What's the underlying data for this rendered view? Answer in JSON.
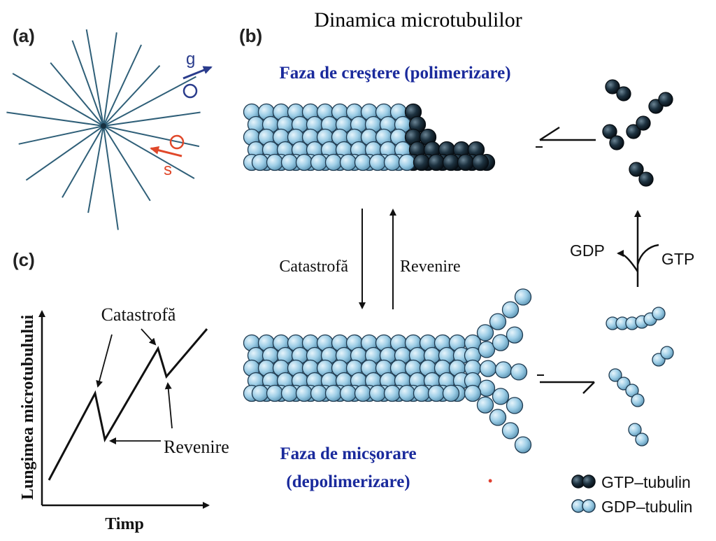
{
  "title": "Dinamica microtubulilor",
  "panels": {
    "a": {
      "label": "(a)",
      "grow_label": "g",
      "shrink_label": "s"
    },
    "b": {
      "label": "(b)",
      "growth_phase": "Faza de creştere (polimerizare)",
      "shrink_phase_line1": "Faza de micşorare",
      "shrink_phase_line2": "(depolimerizare)",
      "catastrophe": "Catastrofă",
      "rescue": "Revenire",
      "gdp": "GDP",
      "gtp": "GTP",
      "legend": {
        "gtp_tubulin": "GTP–tubulin",
        "gdp_tubulin": "GDP–tubulin"
      }
    },
    "c": {
      "label": "(c)",
      "ylabel": "Lungimea microtubulului",
      "xlabel": "Timp",
      "catastrophe": "Catastrofă",
      "rescue": "Revenire"
    }
  },
  "colors": {
    "gtp_tubulin": "#10202c",
    "gdp_tubulin": "#9ccde6",
    "grow_arrow": "#2a3c8c",
    "shrink_arrow": "#e0482a",
    "phase_text": "#1a2a9c",
    "aster_lines": "#2f5f78"
  }
}
